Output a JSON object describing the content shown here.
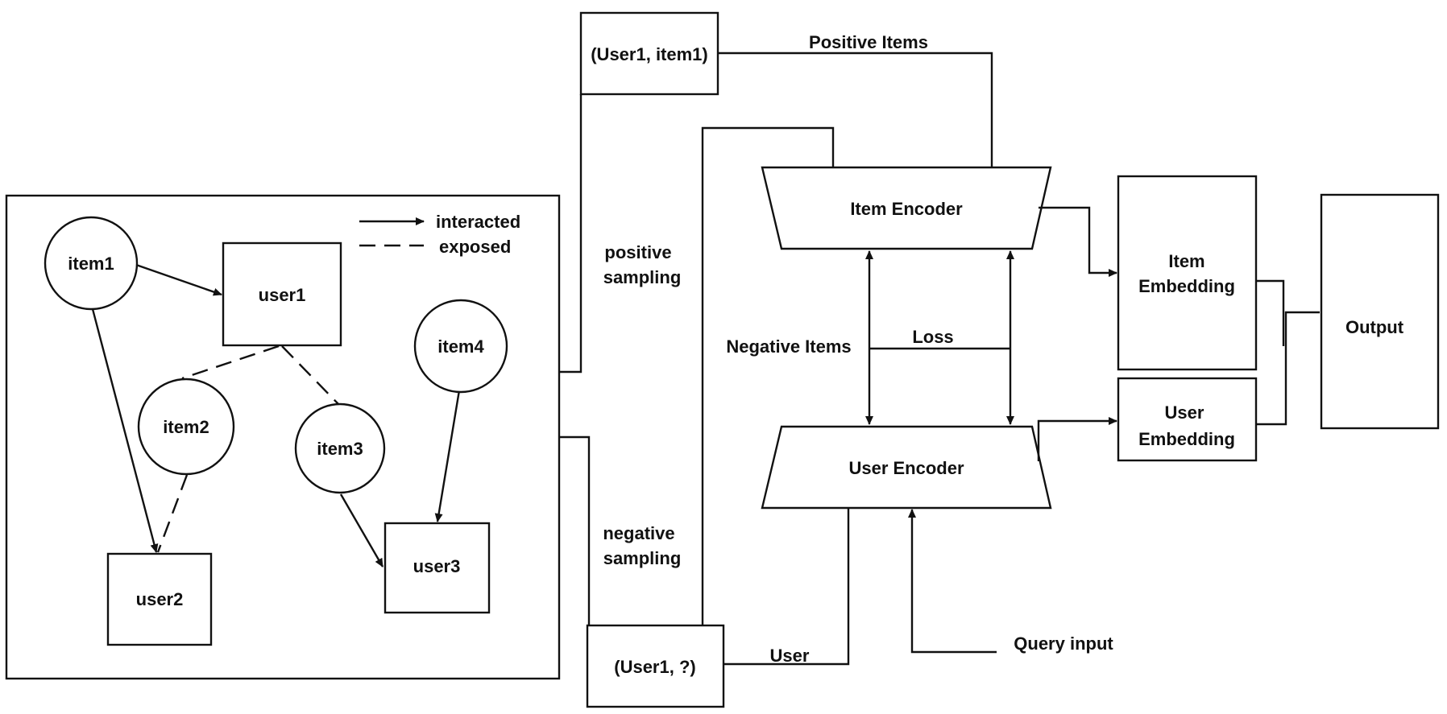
{
  "legend": {
    "interacted": "interacted",
    "exposed": "exposed"
  },
  "graph": {
    "items": [
      "item1",
      "item2",
      "item3",
      "item4"
    ],
    "users": [
      "user1",
      "user2",
      "user3"
    ]
  },
  "sampling": {
    "positive_line1": "positive",
    "positive_line2": "sampling",
    "negative_line1": "negative",
    "negative_line2": "sampling"
  },
  "pairs": {
    "positive": "(User1, item1)",
    "negative": "(User1, ?)"
  },
  "flow_labels": {
    "positive_items": "Positive Items",
    "negative_items": "Negative Items",
    "loss": "Loss",
    "user": "User",
    "query_input": "Query input"
  },
  "encoders": {
    "item": "Item Encoder",
    "user": "User Encoder"
  },
  "embeddings": {
    "item_line1": "Item",
    "item_line2": "Embedding",
    "user_line1": "User",
    "user_line2": "Embedding"
  },
  "output": "Output"
}
